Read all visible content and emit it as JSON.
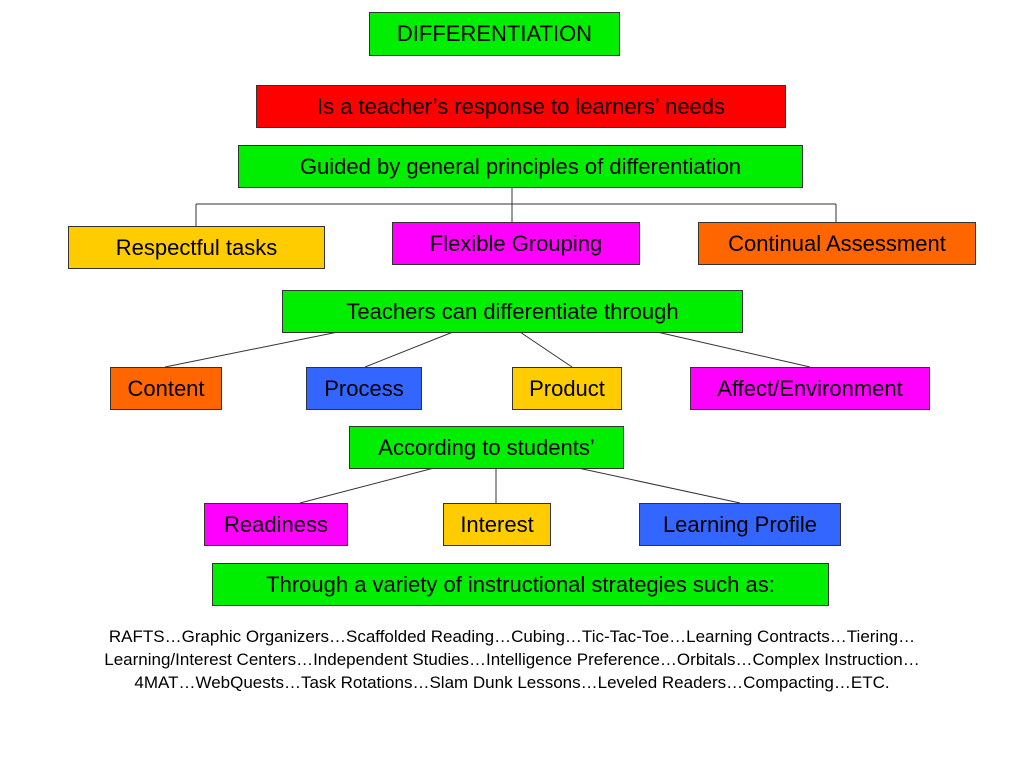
{
  "title": "DIFFERENTIATION",
  "definition": "Is a teacher’s response to learners’ needs",
  "principles": {
    "label": "Guided by general principles of differentiation",
    "items": [
      "Respectful tasks",
      "Flexible Grouping",
      "Continual Assessment"
    ]
  },
  "through": {
    "label": "Teachers can differentiate through",
    "items": [
      "Content",
      "Process",
      "Product",
      "Affect/Environment"
    ]
  },
  "according": {
    "label": "According to students’",
    "items": [
      "Readiness",
      "Interest",
      "Learning Profile"
    ]
  },
  "strategies": {
    "label": "Through a variety of instructional strategies such as:",
    "list": "RAFTS…Graphic Organizers…Scaffolded Reading…Cubing…Tic-Tac-Toe…Learning Contracts…Tiering…Learning/Interest Centers…Independent Studies…Intelligence Preference…Orbitals…Complex Instruction…4MAT…WebQuests…Task Rotations…Slam Dunk Lessons…Leveled Readers…Compacting…ETC."
  },
  "colors": {
    "green": "#00ee00",
    "red": "#ff0000",
    "yellow": "#ffcc00",
    "magenta": "#ff00ff",
    "orange": "#ff6600",
    "blue": "#3366ff"
  }
}
